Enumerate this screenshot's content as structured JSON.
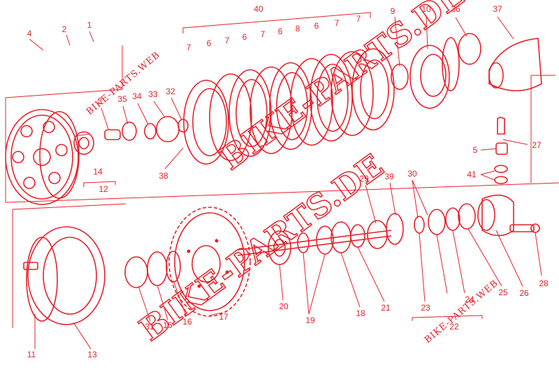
{
  "diagram": {
    "accent_color": "#e8202a",
    "background": "#ffffff",
    "callouts": [
      {
        "id": "c40",
        "text": "40"
      },
      {
        "id": "c4",
        "text": "4"
      },
      {
        "id": "c2",
        "text": "2"
      },
      {
        "id": "c1",
        "text": "1"
      },
      {
        "id": "c7a",
        "text": "7"
      },
      {
        "id": "c6a",
        "text": "6"
      },
      {
        "id": "c7b",
        "text": "7"
      },
      {
        "id": "c6b",
        "text": "6"
      },
      {
        "id": "c7c",
        "text": "7"
      },
      {
        "id": "c6c",
        "text": "6"
      },
      {
        "id": "c8",
        "text": "8"
      },
      {
        "id": "c6d",
        "text": "6"
      },
      {
        "id": "c7d",
        "text": "7"
      },
      {
        "id": "c7e",
        "text": "7"
      },
      {
        "id": "c9",
        "text": "9"
      },
      {
        "id": "c10",
        "text": "10"
      },
      {
        "id": "c36",
        "text": "36"
      },
      {
        "id": "c37",
        "text": "37"
      },
      {
        "id": "c3",
        "text": "3"
      },
      {
        "id": "c35",
        "text": "35"
      },
      {
        "id": "c34",
        "text": "34"
      },
      {
        "id": "c33",
        "text": "33"
      },
      {
        "id": "c32",
        "text": "32"
      },
      {
        "id": "c38",
        "text": "38"
      },
      {
        "id": "c14",
        "text": "14"
      },
      {
        "id": "c12",
        "text": "12"
      },
      {
        "id": "c27",
        "text": "27"
      },
      {
        "id": "c5",
        "text": "5"
      },
      {
        "id": "c41",
        "text": "41"
      },
      {
        "id": "c29",
        "text": "29"
      },
      {
        "id": "c39",
        "text": "39"
      },
      {
        "id": "c30",
        "text": "30"
      },
      {
        "id": "c11",
        "text": "11"
      },
      {
        "id": "c13",
        "text": "13"
      },
      {
        "id": "c31",
        "text": "31"
      },
      {
        "id": "c15",
        "text": "15"
      },
      {
        "id": "c16",
        "text": "16"
      },
      {
        "id": "c17",
        "text": "17"
      },
      {
        "id": "c20",
        "text": "20"
      },
      {
        "id": "c19",
        "text": "19"
      },
      {
        "id": "c18",
        "text": "18"
      },
      {
        "id": "c21",
        "text": "21"
      },
      {
        "id": "c23",
        "text": "23"
      },
      {
        "id": "c24",
        "text": "24"
      },
      {
        "id": "c22",
        "text": "22"
      },
      {
        "id": "c25",
        "text": "25"
      },
      {
        "id": "c26",
        "text": "26"
      },
      {
        "id": "c28",
        "text": "28"
      }
    ],
    "watermarks": {
      "main": "BIKE-PARTS.DE",
      "small": "BIKE-PARTS.WEB"
    }
  }
}
